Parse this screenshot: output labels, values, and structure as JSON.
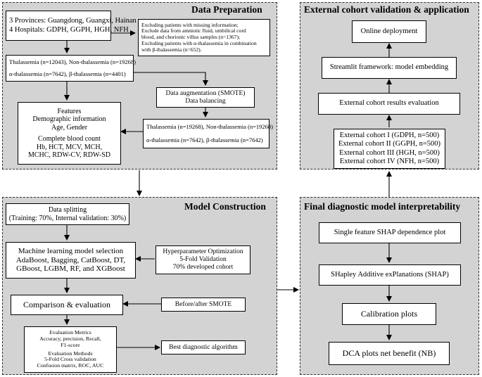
{
  "panels": {
    "data_preparation": "Data Preparation",
    "external_validation": "External cohort validation & application",
    "model_construction": "Model Construction",
    "interpretability": "Final diagnostic model interpretability"
  },
  "data_prep": {
    "sources": [
      "3 Provinces: Guangdong, Guangxi, Hainan",
      "4 Hospitals: GDPH, GGPH, HGH, NFH"
    ],
    "exclusions": [
      "Excluding patients with missing information;",
      "Exclude data from amniotic fluid, umbilical cord",
      "blood, and chorionic villus samples (n=1367);",
      "Excluding patients with α-thalassemia in combination",
      "with β-thalassemia (n=652)."
    ],
    "counts": [
      "Thalassemia (n=12043), Non-thalassemia (n=19268)",
      "α-thalassemia (n=7642), β-thalassemia (n=4401)"
    ],
    "augmentation": [
      "Data augmentation (SMOTE)",
      "Data balancing"
    ],
    "balanced": [
      "Thalassemia (n=19268), Non-thalassemia (n=19268)",
      "α-thalassemia (n=7642), β-thalassemia (n=7642)"
    ],
    "features": [
      "Features",
      "Demographic information",
      "Age, Gender",
      "",
      "Complete blood count",
      "Hb, HCT, MCV, MCH,",
      "MCHC, RDW-CV, RDW-SD"
    ]
  },
  "external": {
    "online": "Online deployment",
    "streamlit": "Streamlit framework: model embedding",
    "results": "External cohort results evaluation",
    "cohorts": [
      "External cohort I (GDPH, n=500)",
      "External cohort II (GGPH, n=500)",
      "External cohort III (HGH, n=500)",
      "External cohort IV (NFH, n=500)"
    ]
  },
  "model": {
    "splitting": [
      "Data splitting",
      "(Training: 70%, Internal validation: 30%)"
    ],
    "selection": [
      "Machine learning model selection",
      "AdaBoost, Bagging, CatBoost, DT,",
      "GBoost, LGBM, RF, and XGBoost"
    ],
    "hyper": [
      "Hyperparameter Optimization",
      "5-Fold Validation",
      "70% developed cohort"
    ],
    "comparison": "Comparison  &  evaluation",
    "smote": "Before/after SMOTE",
    "metrics": [
      "Evaluation  Metrics",
      "Accuracy, precision, Recall,",
      "F1-score",
      "Evaluation  Methods",
      "5-Fold Cross validation",
      "Confusion matrix, ROC, AUC"
    ],
    "best": "Best diagnostic algorithm"
  },
  "interp": {
    "shap_dep": "Single feature SHAP dependence plot",
    "shap": "SHapley Additive exPlanations (SHAP)",
    "calibration": "Calibration  plots",
    "dca": "DCA plots net benefit (NB)"
  }
}
